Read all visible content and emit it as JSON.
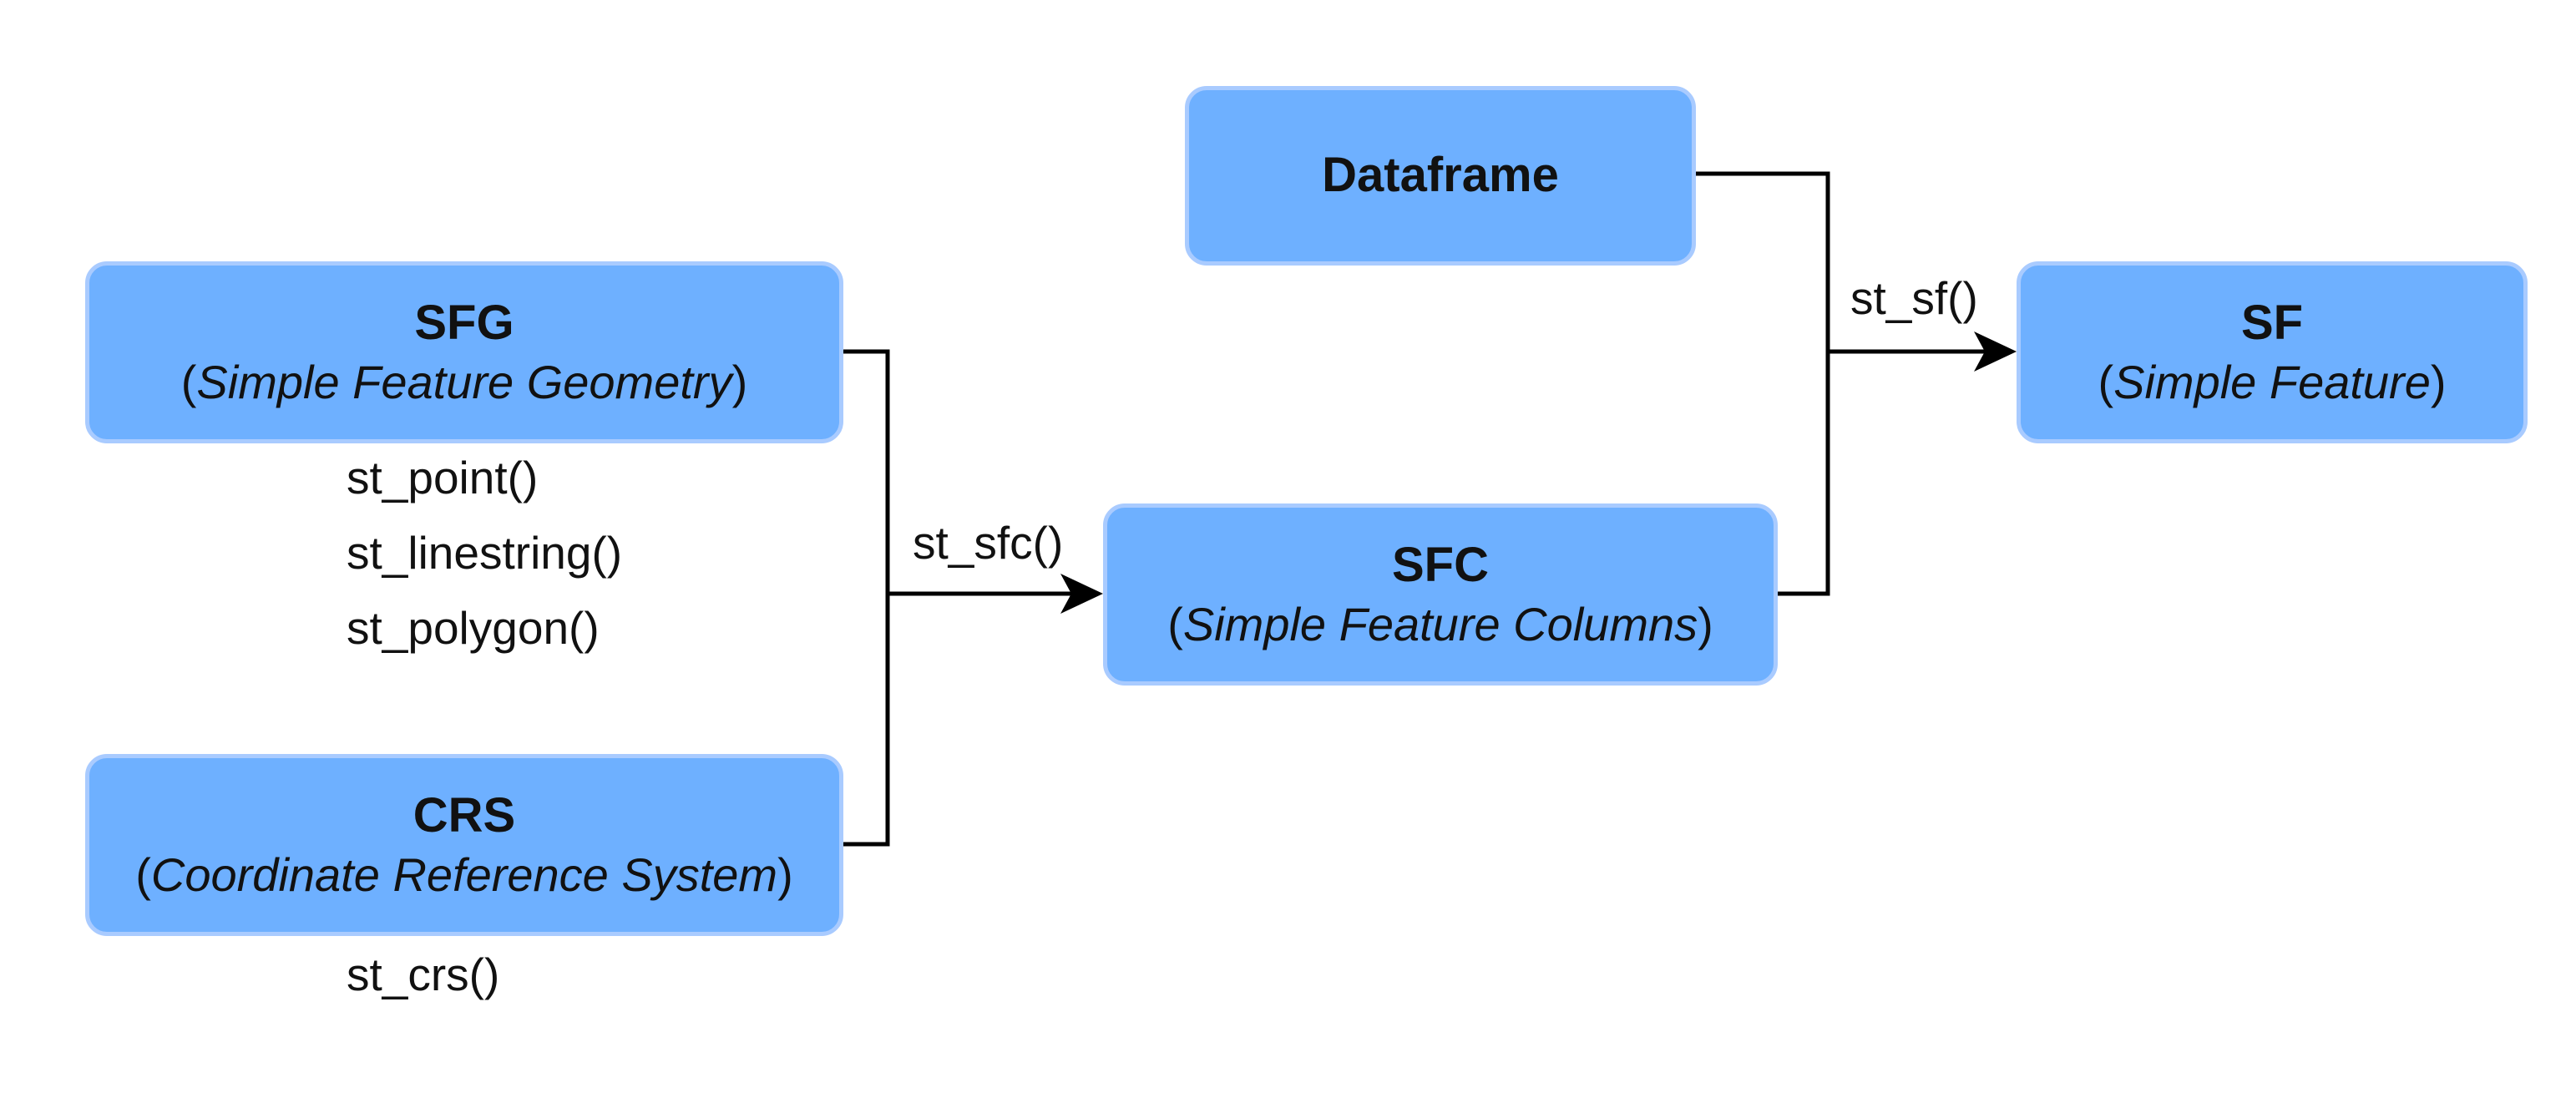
{
  "nodes": {
    "sfg": {
      "title": "SFG",
      "subtitle_open": "(",
      "subtitle_italic": "Simple Feature Geometry",
      "subtitle_close": ")",
      "functions": [
        "st_point()",
        "st_linestring()",
        "st_polygon()"
      ]
    },
    "crs": {
      "title": "CRS",
      "subtitle_open": "(",
      "subtitle_italic": "Coordinate Reference System",
      "subtitle_close": ")",
      "functions": [
        "st_crs()"
      ]
    },
    "dataframe": {
      "title": "Dataframe"
    },
    "sfc": {
      "title": "SFC",
      "subtitle_open": "(",
      "subtitle_italic": "Simple Feature Columns",
      "subtitle_close": ")"
    },
    "sf": {
      "title": "SF",
      "subtitle_open": "(",
      "subtitle_italic": "Simple Feature",
      "subtitle_close": ")"
    }
  },
  "edges": [
    {
      "from": [
        "sfg",
        "crs"
      ],
      "to": "sfc",
      "label": "st_sfc()"
    },
    {
      "from": [
        "dataframe",
        "sfc"
      ],
      "to": "sf",
      "label": "st_sf()"
    }
  ],
  "colors": {
    "node_fill": "#6eb0ff",
    "node_border": "#a9cbff",
    "connector": "#000000",
    "text": "#111111"
  }
}
